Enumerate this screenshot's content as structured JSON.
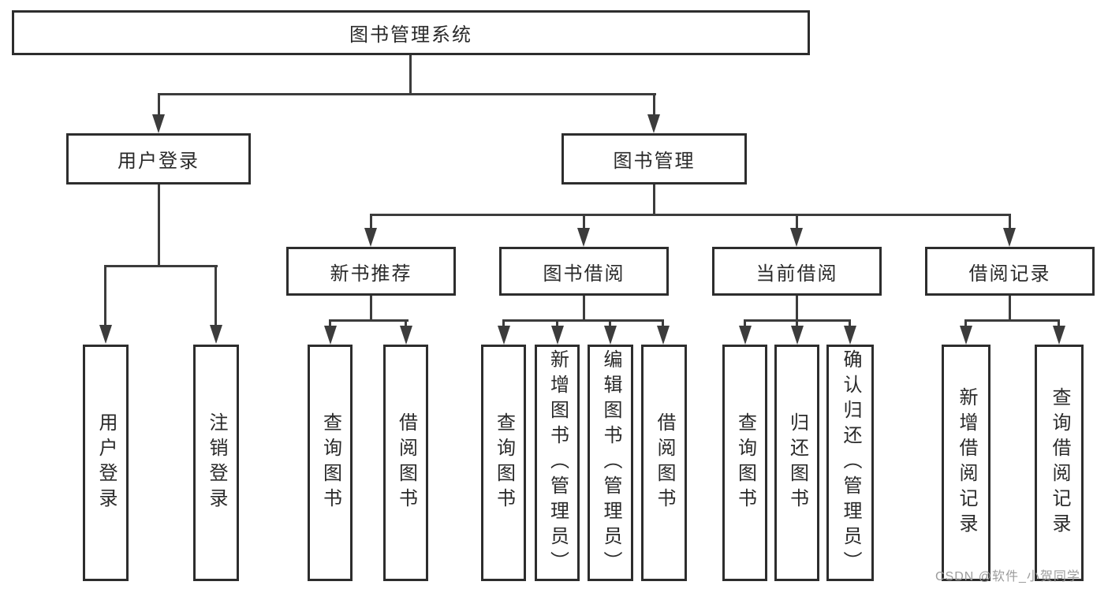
{
  "tree": {
    "root": "图书管理系统",
    "level2": [
      {
        "label": "用户登录"
      },
      {
        "label": "图书管理"
      }
    ],
    "login_children": [
      "用户登录",
      "注销登录"
    ],
    "modules": [
      {
        "label": "新书推荐",
        "children": [
          "查询图书",
          "借阅图书"
        ]
      },
      {
        "label": "图书借阅",
        "children": [
          "查询图书",
          "新增图书（管理员）",
          "编辑图书（管理员）",
          "借阅图书"
        ]
      },
      {
        "label": "当前借阅",
        "children": [
          "查询图书",
          "归还图书",
          "确认归还（管理员）"
        ]
      },
      {
        "label": "借阅记录",
        "children": [
          "新增借阅记录",
          "查询借阅记录"
        ]
      }
    ]
  },
  "watermark": {
    "text": "CSDN @软件_小贺同学"
  },
  "colors": {
    "background": "#ffffff",
    "box_border": "#2d2d2d",
    "connector_line": "#3c3c3c",
    "text": "#2a2a2a",
    "watermark": "#9c9c9c"
  }
}
